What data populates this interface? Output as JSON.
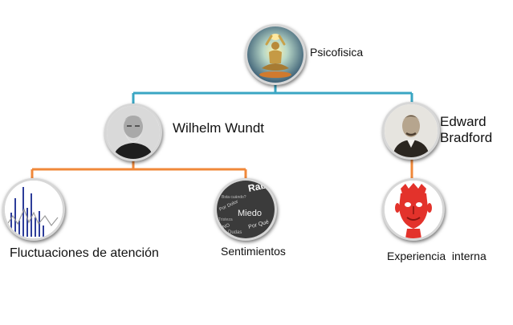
{
  "nodes": {
    "root": {
      "label": "Psicofisica",
      "icon": "meditation-figure-icon"
    },
    "wundt": {
      "label": "Wilhelm Wundt",
      "icon": "portrait-bearded-man-icon"
    },
    "bradford": {
      "label_line1": "Edward",
      "label_line2": "Bradford",
      "icon": "portrait-man-icon"
    },
    "fluct": {
      "label": "Fluctuaciones de atención",
      "icon": "bar-graph-icon"
    },
    "sent": {
      "label": "Sentimientos",
      "icon": "word-cloud-icon",
      "words": [
        "Miedo",
        "Rab",
        "Por Dolor",
        "Dudas",
        "NO",
        "Bsta cuándo?",
        "Por Qué",
        "Tristeza"
      ]
    },
    "exp": {
      "label": "Experiencia  interna",
      "icon": "face-muscles-icon"
    }
  },
  "colors": {
    "blue_connector": "#3aa6c3",
    "orange_connector": "#f0883a",
    "bar_color": "#2d3d9a",
    "face_red": "#e3322b"
  }
}
